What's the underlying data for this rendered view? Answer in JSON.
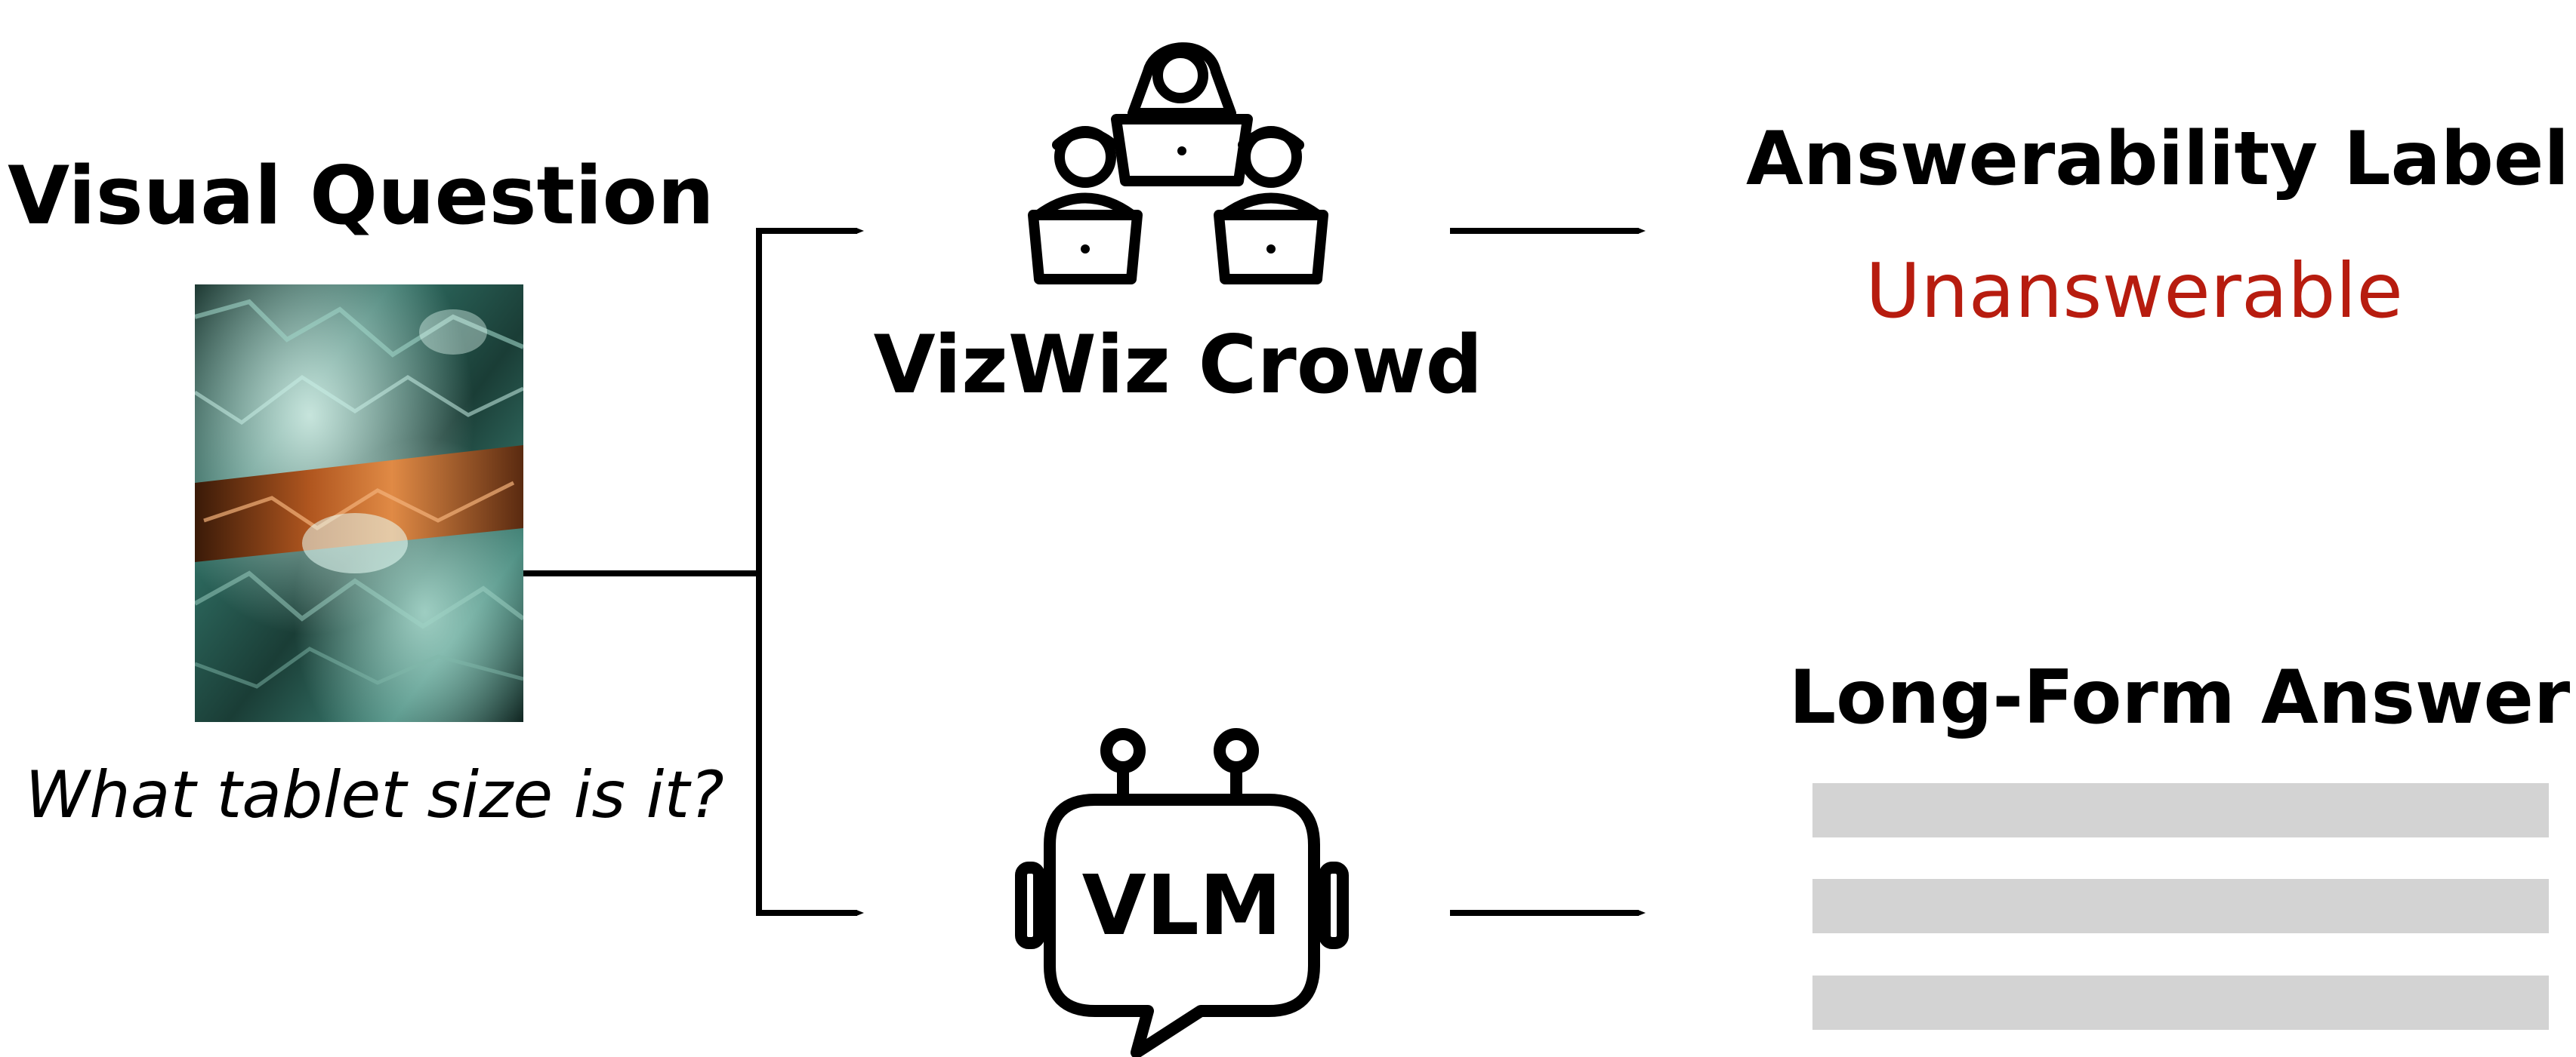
{
  "input": {
    "heading": "Visual Question",
    "question": "What tablet size is it?"
  },
  "crowd": {
    "label": "VizWiz Crowd",
    "icon": "crowd-workers-icon"
  },
  "vlm": {
    "label": "VLM",
    "icon": "robot-chat-icon"
  },
  "answerability": {
    "heading": "Answerability Label",
    "value": "Unanswerable",
    "value_color": "#b71c0f"
  },
  "long_form": {
    "heading": "Long-Form Answer",
    "placeholder_color": "#d3d3d3"
  },
  "colors": {
    "ink": "#000000"
  }
}
